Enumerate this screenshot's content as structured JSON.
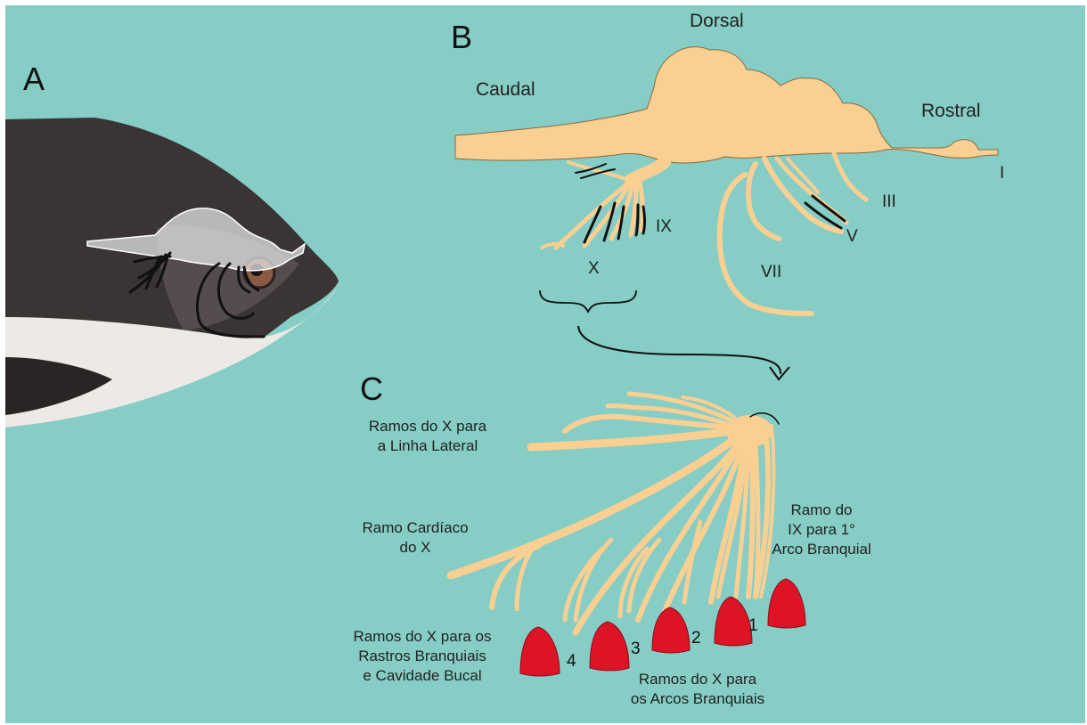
{
  "panels": {
    "a": "A",
    "b": "B",
    "c": "C"
  },
  "orientation": {
    "dorsal": "Dorsal",
    "caudal": "Caudal",
    "rostral": "Rostral"
  },
  "cranial_nerves": {
    "i": "I",
    "iii": "III",
    "v": "V",
    "vii": "VII",
    "ix": "IX",
    "x": "X"
  },
  "annotations": {
    "lateral_line": [
      "Ramos do X para",
      "a Linha Lateral"
    ],
    "cardiac": [
      "Ramo Cardíaco",
      "do X"
    ],
    "ix_first_arch": [
      "Ramo do",
      "IX para 1°",
      "Arco Branquial"
    ],
    "rakers": [
      "Ramos do X para os",
      "Rastros Branquiais",
      "e Cavidade Bucal"
    ],
    "arches": [
      "Ramos do X para",
      "os Arcos Branquiais"
    ]
  },
  "arch_numbers": [
    "1",
    "2",
    "3",
    "4"
  ],
  "colors": {
    "background": "#86cdc6",
    "brain": "#f9cf92",
    "gill_arch": "#dd1426",
    "fish_body": "#3b3434",
    "fish_belly": "#ece9e6",
    "outline": "#111111"
  }
}
